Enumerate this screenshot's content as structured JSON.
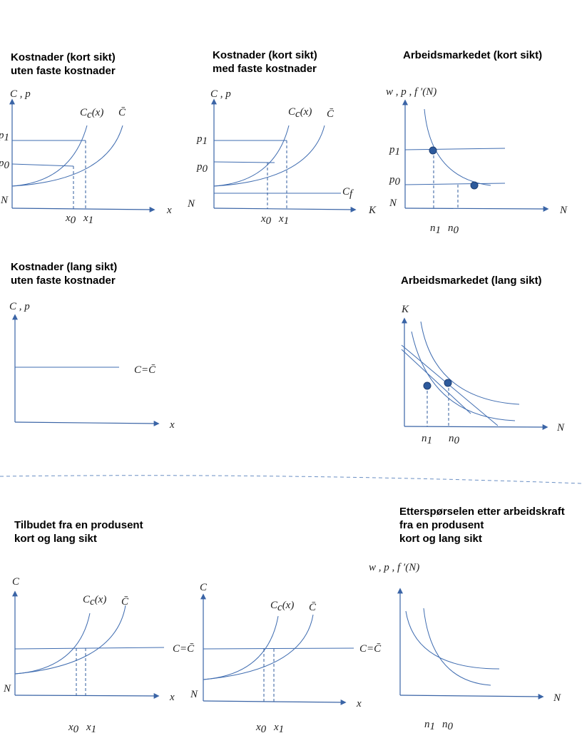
{
  "titles": {
    "p1": "Kostnader (kort sikt)\nuten faste kostnader",
    "p2": "Kostnader (kort sikt)\nmed faste kostnader",
    "p3": "Arbeidsmarkedet (kort sikt)",
    "p4": "Kostnader (lang sikt)\nuten faste kostnader",
    "p5": "Arbeidsmarkedet (lang sikt)",
    "p6": "Tilbudet fra en produsent\nkort og lang sikt",
    "p7": "Etterspørselen etter arbeidskraft\nfra en produsent\nkort og lang sikt"
  },
  "labels": {
    "Cp": "C , p",
    "C": "C",
    "K": "K",
    "x": "x",
    "N": "N",
    "Cbar": "C̄",
    "Cc": "C",
    "Cc_sub": "c",
    "Cc_arg": "(x)",
    "Cf": "C",
    "Cf_sub": "f",
    "p": "p",
    "sub0": "0",
    "sub1": "1",
    "n": "n",
    "wpf": "w , p , f ′(N)",
    "C_eq_Cbar": "C=C̄"
  },
  "colors": {
    "axis": "#3a64a6",
    "curve": "#3f6cb0",
    "dot": "#2d5a9c"
  }
}
